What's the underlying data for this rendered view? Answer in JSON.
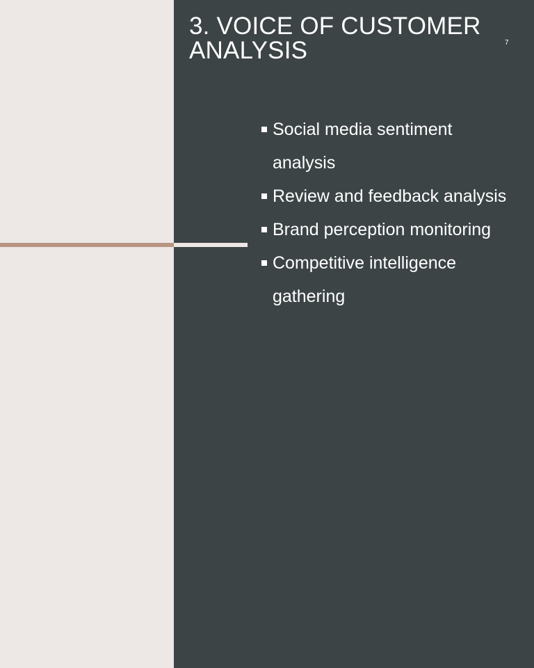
{
  "slide": {
    "title": "3. VOICE OF CUSTOMER ANALYSIS",
    "page_number": "7",
    "bullets": [
      "Social media sentiment analysis",
      "Review and feedback analysis",
      "Brand perception monitoring",
      "Competitive intelligence gathering"
    ]
  },
  "colors": {
    "light_panel": "#ede8e5",
    "dark_panel": "#3c4446",
    "accent_rule": "#b89483",
    "text": "#ffffff"
  }
}
